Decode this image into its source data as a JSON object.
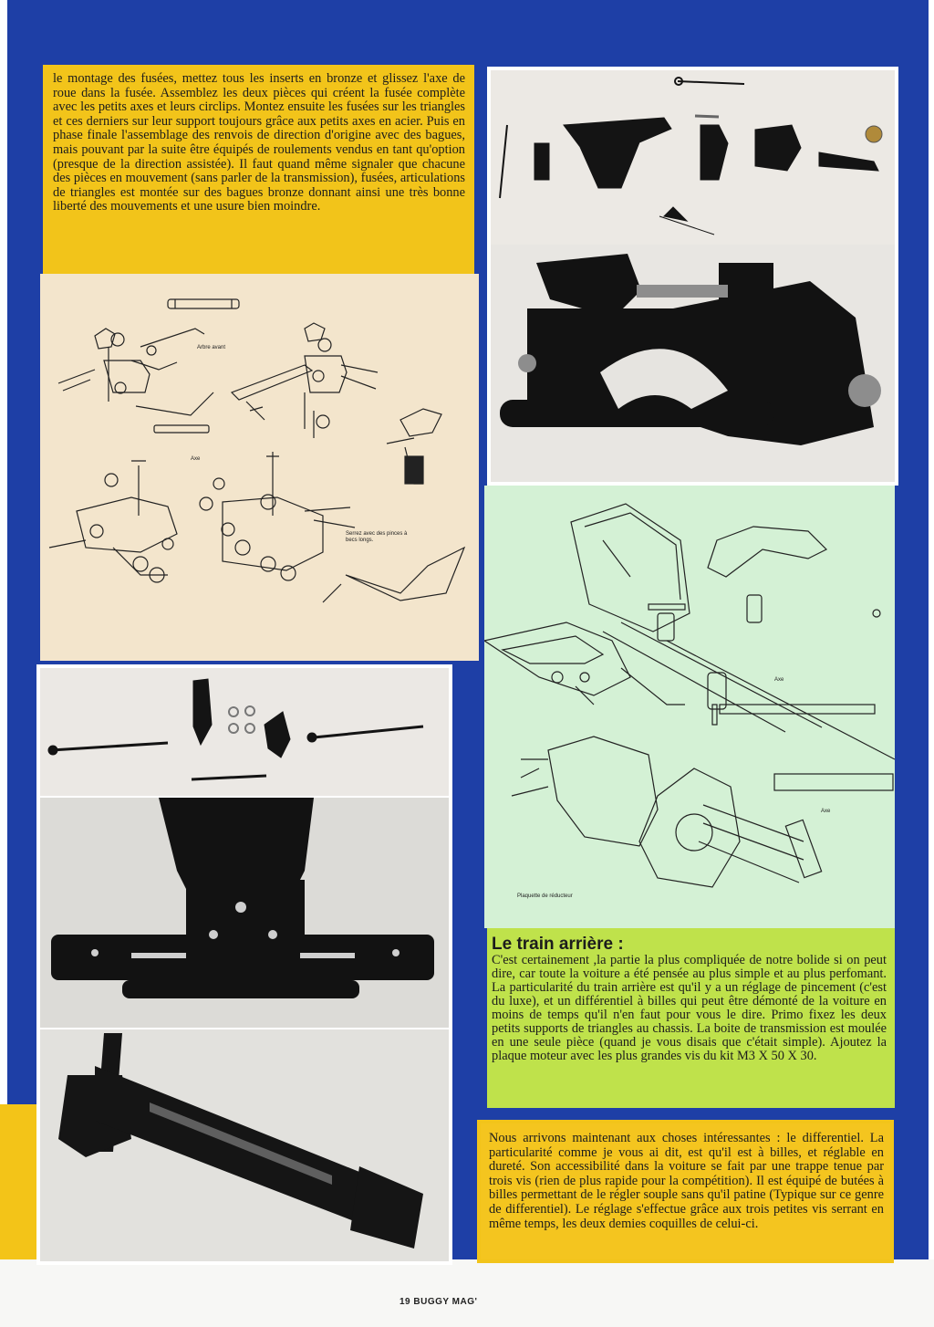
{
  "intro_text": "le montage des fusées, mettez tous les inserts en bronze et glissez l'axe de roue dans la fusée. Assemblez les deux pièces qui créent la fusée complète avec les petits axes et leurs circlips. Montez ensuite les fusées sur les triangles et ces derniers sur leur support toujours grâce aux petits axes en acier. Puis en phase finale l'assemblage des renvois de direction d'origine avec des bagues, mais pouvant par la suite être équipés de roulements vendus en tant qu'option (presque de la direction assistée). Il faut quand même signaler que chacune des pièces en mouvement (sans parler de la transmission), fusées, articulations de triangles est montée sur des bagues bronze donnant ainsi une très bonne liberté des mouvements et une usure bien moindre.",
  "diagram_front": {
    "label_arbre": "Arbre avant",
    "label_axe": "Axe",
    "label_serrez": "Serrez avec des pinces à becs longs."
  },
  "diagram_rear": {
    "label_axe_top": "Axe",
    "label_axe_bottom": "Axe",
    "label_plaquette": "Plaquette de réducteur"
  },
  "rear_section": {
    "heading": "Le train arrière :",
    "body": "C'est certainement ,la partie la plus compliquée de notre bolide si on peut dire, car toute la voiture a été pensée au plus simple et au plus perfomant. La particularité du train arrière est qu'il y a un réglage de pincement (c'est du luxe), et un différentiel à billes qui peut être démonté de la voiture en moins de temps qu'il n'en faut pour vous le dire. Primo fixez les deux petits supports de triangles au chassis. La boite de transmission est moulée en une seule pièce (quand je vous disais que c'était simple). Ajoutez la plaque moteur avec les plus grandes vis du kit M3 X 50 X 30."
  },
  "differential_text": "Nous arrivons maintenant aux choses intéressantes : le differentiel. La particularité comme je vous ai dit, est qu'il est à billes, et réglable en dureté. Son accessibilité dans la voiture se fait par une trappe tenue par trois vis (rien de plus rapide pour la compétition). Il est équipé de butées à billes permettant de le régler souple sans qu'il patine (Typique sur ce genre de differentiel). Le réglage s'effectue grâce aux trois petites vis serrant en même temps, les deux demies coquilles de celui-ci.",
  "footer": "19  BUGGY MAG'",
  "colors": {
    "blue_bg": "#1e3fa6",
    "yellow_box": "#f2c41a",
    "green_box": "#bfe24b",
    "peach_diagram": "#f3e5cc",
    "mint_diagram": "#d4f1d5"
  }
}
